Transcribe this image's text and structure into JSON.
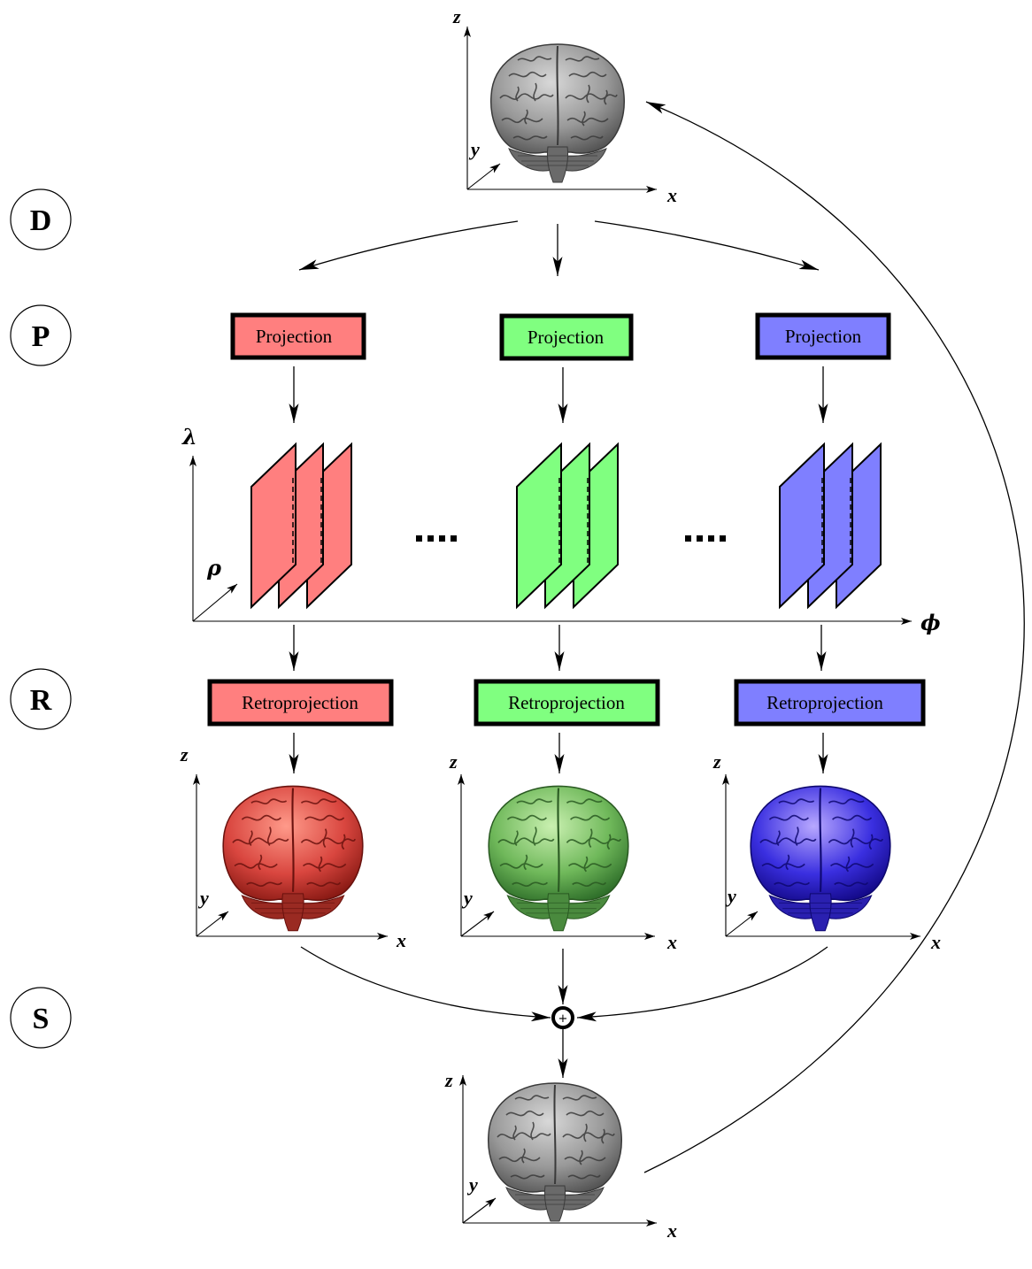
{
  "stages": {
    "d": "D",
    "p": "P",
    "r": "R",
    "s": "S"
  },
  "boxes": {
    "projection": "Projection",
    "retroprojection": "Retroprojection"
  },
  "axes": {
    "x": "x",
    "y": "y",
    "z": "z",
    "lambda": "λ",
    "rho": "ρ",
    "phi": "ϕ"
  },
  "sum_symbol": "+",
  "ellipsis": "....",
  "colors": {
    "red": "#ff7f7f",
    "green": "#80ff80",
    "blue": "#7f7fff",
    "gray": "#8c8c8c",
    "brain_red": "#d9463f",
    "brain_green": "#6fb85a",
    "brain_blue": "#3a2fe0"
  },
  "icons": [
    "brain-image",
    "sinogram-slices",
    "sum-node"
  ]
}
